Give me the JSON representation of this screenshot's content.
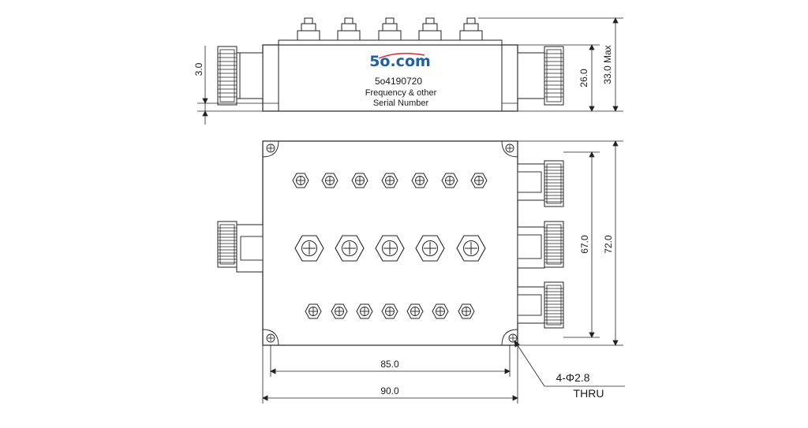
{
  "brand": {
    "logo_text": "5o.com",
    "model": "5o4190720",
    "line2": "Frequency & other",
    "line3": "Serial Number",
    "logo_color": "#1f5fa8",
    "accent_color": "#d62a2a"
  },
  "dimensions": {
    "side_flange": "3.0",
    "side_height": "26.0",
    "side_max": "33.0 Max",
    "front_port_spacing": "67.0",
    "front_height": "72.0",
    "hole_spacing": "85.0",
    "overall_width": "90.0",
    "hole_callout": "4-Φ2.8",
    "hole_note": "THRU"
  }
}
